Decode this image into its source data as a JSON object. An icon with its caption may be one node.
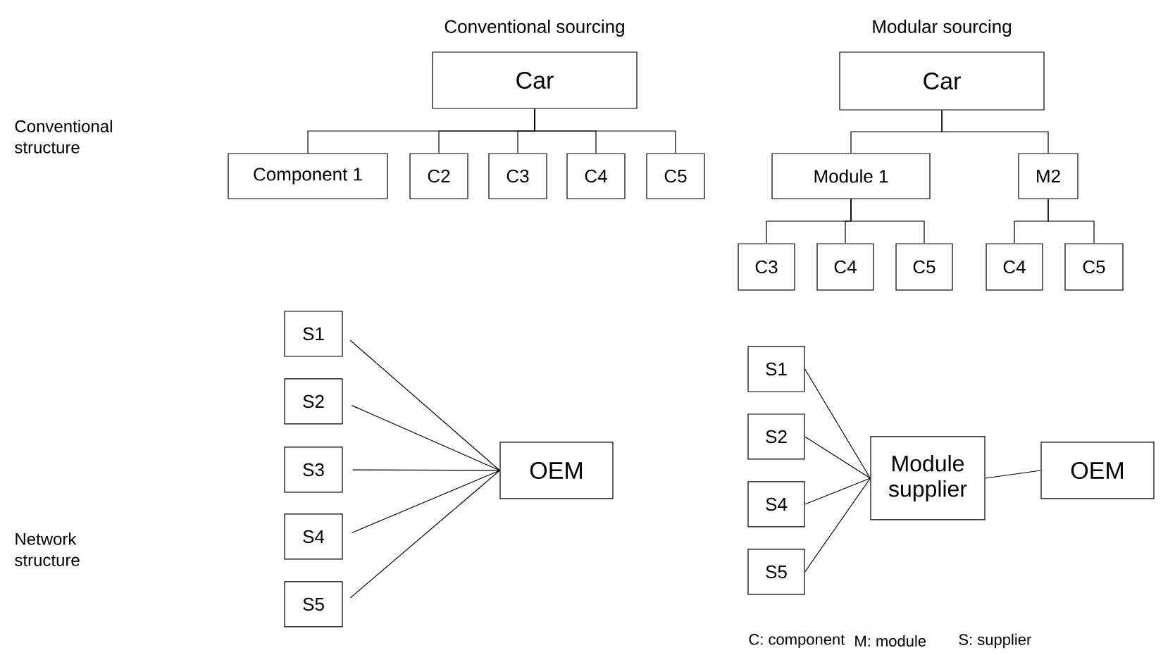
{
  "diagram": {
    "nodes": [
      {
        "text": [
          "Car"
        ]
      },
      {
        "text": [
          "Component 1"
        ]
      },
      {
        "text": [
          "C2"
        ]
      },
      {
        "text": [
          "C3"
        ]
      },
      {
        "text": [
          "C4"
        ]
      },
      {
        "text": [
          "C5"
        ]
      },
      {
        "text": [
          "Car"
        ]
      },
      {
        "text": [
          "Module 1"
        ]
      },
      {
        "text": [
          "M2"
        ]
      },
      {
        "text": [
          "C3"
        ]
      },
      {
        "text": [
          "C4"
        ]
      },
      {
        "text": [
          "C5"
        ]
      },
      {
        "text": [
          "C4"
        ]
      },
      {
        "text": [
          "C5"
        ]
      },
      {
        "text": [
          "S1"
        ]
      },
      {
        "text": [
          "S2"
        ]
      },
      {
        "text": [
          "S3"
        ]
      },
      {
        "text": [
          "S4"
        ]
      },
      {
        "text": [
          "S5"
        ]
      },
      {
        "text": [
          "OEM"
        ]
      },
      {
        "text": [
          "S1"
        ]
      },
      {
        "text": [
          "S2"
        ]
      },
      {
        "text": [
          "S4"
        ]
      },
      {
        "text": [
          "S5"
        ]
      },
      {
        "text": [
          "Module supplier"
        ]
      },
      {
        "text": [
          "OEM"
        ]
      }
    ],
    "edges": [
      {
        "from": 0,
        "to": 1,
        "arrow": "none"
      },
      {
        "from": 0,
        "to": 2,
        "arrow": "none"
      },
      {
        "from": 0,
        "to": 3,
        "arrow": "none"
      },
      {
        "from": 0,
        "to": 4,
        "arrow": "none"
      },
      {
        "from": 0,
        "to": 5,
        "arrow": "none"
      },
      {
        "from": 6,
        "to": 7,
        "arrow": "none"
      },
      {
        "from": 6,
        "to": 8,
        "arrow": "none"
      },
      {
        "from": 7,
        "to": 9,
        "arrow": "none"
      },
      {
        "from": 7,
        "to": 10,
        "arrow": "none"
      },
      {
        "from": 7,
        "to": 11,
        "arrow": "none"
      },
      {
        "from": 8,
        "to": 12,
        "arrow": "none"
      },
      {
        "from": 8,
        "to": 13,
        "arrow": "none"
      },
      {
        "from": 14,
        "to": 19,
        "arrow": "none"
      },
      {
        "from": 15,
        "to": 19,
        "arrow": "none"
      },
      {
        "from": 16,
        "to": 19,
        "arrow": "none"
      },
      {
        "from": 17,
        "to": 19,
        "arrow": "none"
      },
      {
        "from": 18,
        "to": 19,
        "arrow": "none"
      },
      {
        "from": 20,
        "to": 24,
        "arrow": "none"
      },
      {
        "from": 21,
        "to": 24,
        "arrow": "none"
      },
      {
        "from": 22,
        "to": 24,
        "arrow": "none"
      },
      {
        "from": 23,
        "to": 24,
        "arrow": "none"
      },
      {
        "from": 24,
        "to": 25,
        "arrow": "none"
      }
    ],
    "labels": [
      "Conventional sourcing",
      "Modular sourcing",
      "Conventional structure",
      "Network structure",
      "C: component",
      "M: module",
      "S: supplier"
    ]
  }
}
